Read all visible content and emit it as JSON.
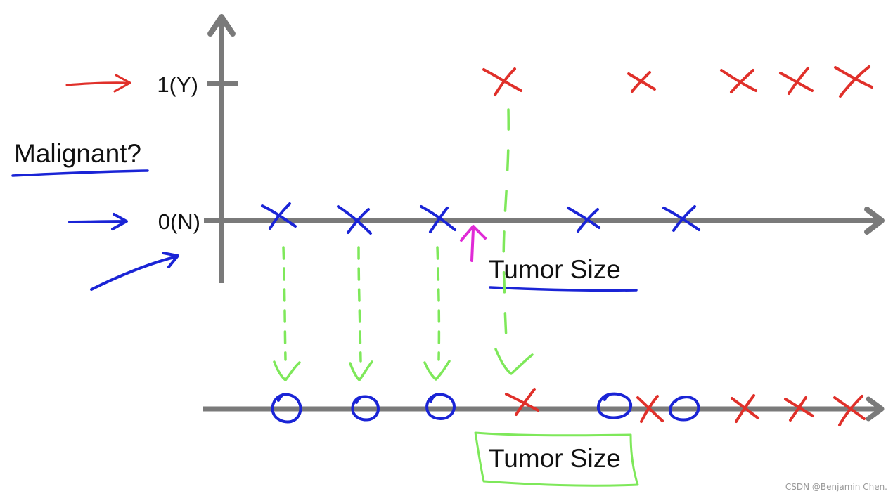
{
  "diagram": {
    "question_label": "Malignant?",
    "y_tick_high": "1(Y)",
    "y_tick_low": "0(N)",
    "x_axis_label_top": "Tumor Size",
    "x_axis_label_bottom": "Tumor Size",
    "watermark": "CSDN @Benjamin Chen."
  },
  "chart_data": {
    "type": "scatter",
    "xlabel": "Tumor Size",
    "ylabel": "Malignant?",
    "y_categories": [
      "0(N)",
      "1(Y)"
    ],
    "series": [
      {
        "marker": "x",
        "color": "#1a24d6",
        "y": "0(N)",
        "points": 5
      },
      {
        "marker": "x",
        "color": "#e0302a",
        "y": "1(Y)",
        "points": 5
      }
    ],
    "projection_1d": {
      "markers_in_order": [
        "o",
        "o",
        "o",
        "x",
        "o",
        "x",
        "o",
        "x",
        "x",
        "x"
      ],
      "colors_in_order": [
        "#1a24d6",
        "#1a24d6",
        "#1a24d6",
        "#e0302a",
        "#1a24d6",
        "#e0302a",
        "#1a24d6",
        "#e0302a",
        "#e0302a",
        "#e0302a"
      ]
    },
    "colors": {
      "axis": "#7a7a7a",
      "benign": "#1a24d6",
      "malignant": "#e0302a",
      "projection": "#7ee85a",
      "threshold": "#e02ad6"
    }
  }
}
